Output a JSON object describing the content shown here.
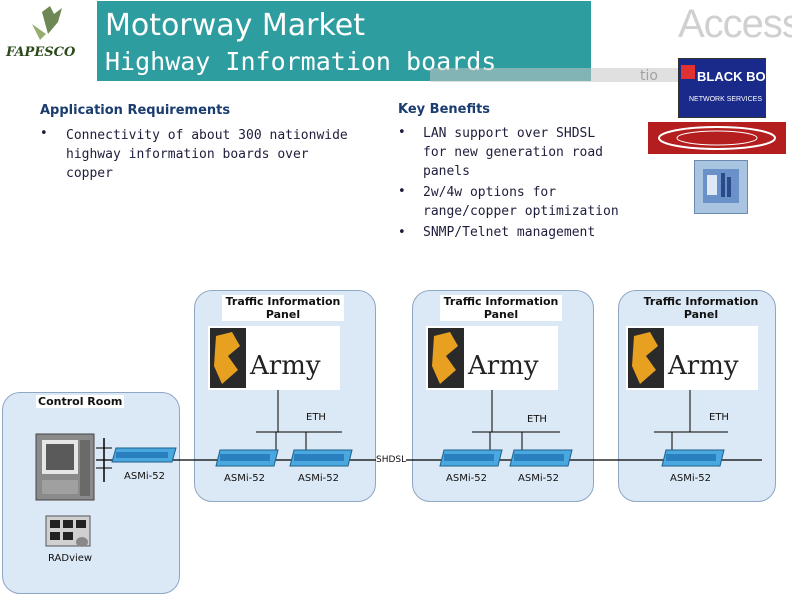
{
  "header": {
    "title": "Motorway Market",
    "subtitle": "Highway Information boards",
    "logo_left": "FAPESCO",
    "watermark_right": "Access"
  },
  "sponsor_logos": {
    "blackbox_line1": "BLACK BOX",
    "blackbox_line2": "NETWORK SERVICES"
  },
  "requirements": {
    "heading": "Application Requirements",
    "items": [
      "Connectivity of about 300 nationwide highway information boards over copper"
    ]
  },
  "benefits": {
    "heading": "Key Benefits",
    "items": [
      "LAN support over SHDSL for new generation road panels",
      "2w/4w options for range/copper optimization",
      "SNMP/Telnet management"
    ]
  },
  "diagram": {
    "panel_label_line1": "Traffic Information",
    "panel_label_line2": "Panel",
    "sign_text": "Army",
    "control_room": "Control Room",
    "eth": "ETH",
    "shdsl": "SHDSL",
    "device": "ASMi-52",
    "radview": "RADview"
  },
  "colors": {
    "title_bg": "#2e9da0",
    "panel_bg": "#dbe8f5",
    "device_blue": "#4aa8e0"
  }
}
